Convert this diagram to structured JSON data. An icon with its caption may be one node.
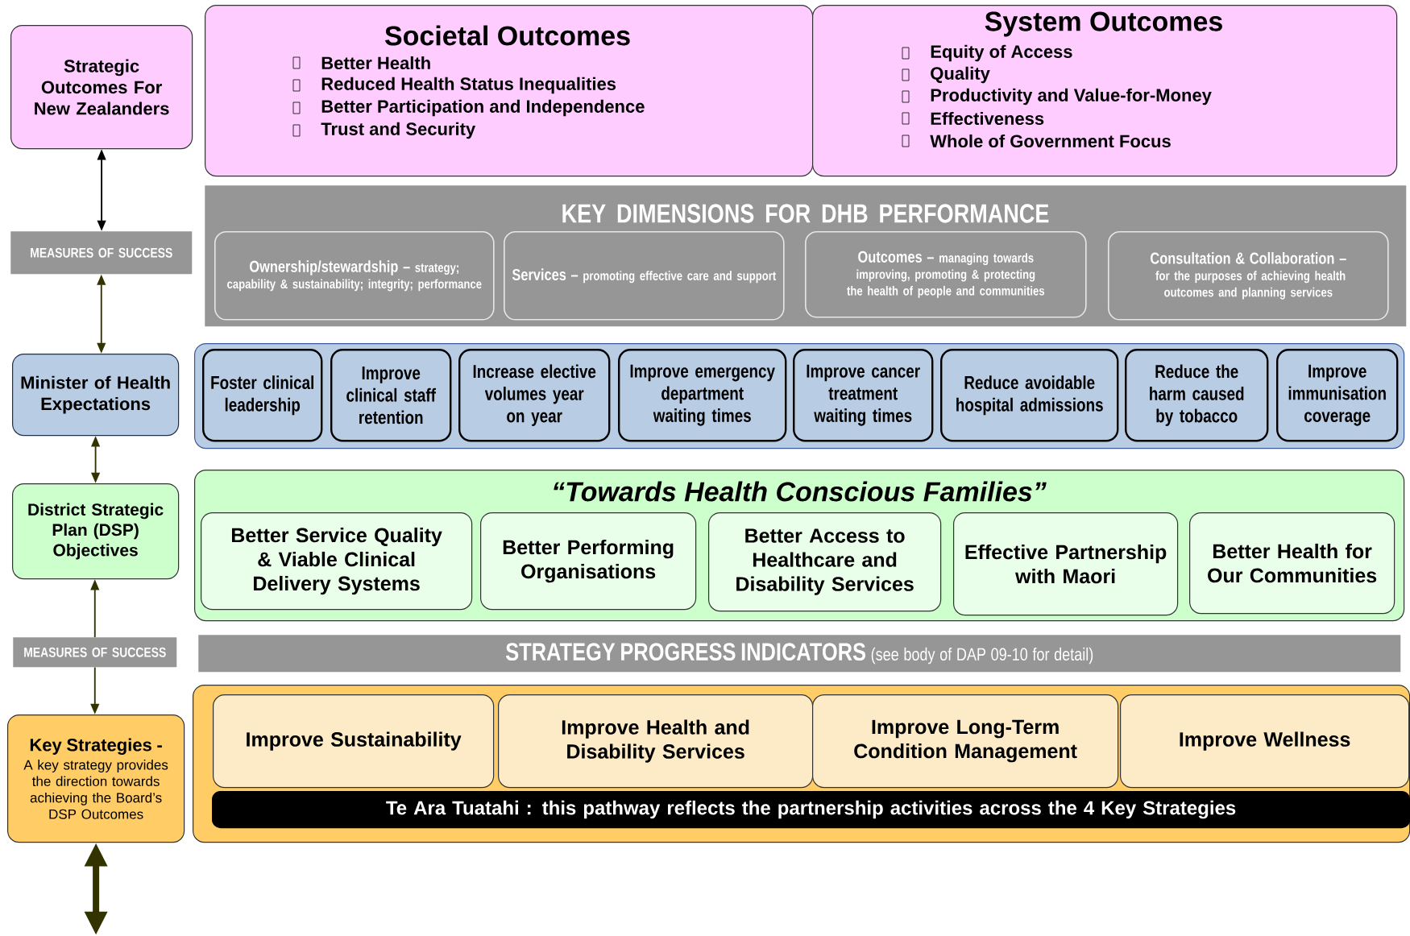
{
  "diagram": {
    "nodes": [
      {
        "text": [
          "Strategic Outcomes For New Zealanders"
        ]
      },
      {
        "text": [
          "Societal Outcomes",
          "Better Health",
          "Reduced Health Status Inequalities",
          "Better Participation and Independence",
          "Trust and Security"
        ]
      },
      {
        "text": [
          "System Outcomes",
          "Equity of Access",
          "Quality",
          "Productivity and Value-for-Money",
          "Effectiveness",
          "Whole of Government Focus"
        ]
      },
      {
        "text": [
          "MEASURES OF SUCCESS"
        ]
      },
      {
        "text": [
          "KEY DIMENSIONS FOR DHB PERFORMANCE"
        ]
      },
      {
        "text": [
          "Ownership/stewardship –",
          "strategy; capability & sustainability; integrity; performance"
        ],
        "in": 4
      },
      {
        "text": [
          "Services –",
          "promoting effective care and support"
        ],
        "in": 4
      },
      {
        "text": [
          "Outcomes –",
          "managing towards improving, promoting & protecting the health of people and communities"
        ],
        "in": 4
      },
      {
        "text": [
          "Consultation & Collaboration –",
          "for the purposes of achieving health outcomes and planning services"
        ],
        "in": 4
      },
      {
        "text": [
          "Minister of Health Expectations"
        ]
      },
      {
        "text": [],
        "shape": "box"
      },
      {
        "text": [
          "Foster clinical leadership"
        ],
        "in": 10
      },
      {
        "text": [
          "Improve clinical staff retention"
        ],
        "in": 10
      },
      {
        "text": [
          "Increase elective volumes year on year"
        ],
        "in": 10
      },
      {
        "text": [
          "Improve emergency department waiting times"
        ],
        "in": 10
      },
      {
        "text": [
          "Improve cancer treatment waiting times"
        ],
        "in": 10
      },
      {
        "text": [
          "Reduce avoidable hospital admissions"
        ],
        "in": 10
      },
      {
        "text": [
          "Reduce the harm caused by tobacco"
        ],
        "in": 10
      },
      {
        "text": [
          "Improve immunisation coverage"
        ],
        "in": 10
      },
      {
        "text": [
          "District Strategic Plan (DSP) Objectives"
        ]
      },
      {
        "text": [
          "“Towards Health Conscious Families”"
        ]
      },
      {
        "text": [
          "Better Service Quality & Viable Clinical Delivery Systems"
        ],
        "in": 20
      },
      {
        "text": [
          "Better Performing Organisations"
        ],
        "in": 20
      },
      {
        "text": [
          "Better Access to Healthcare and Disability Services"
        ],
        "in": 20
      },
      {
        "text": [
          "Effective Partnership with Maori"
        ],
        "in": 20
      },
      {
        "text": [
          "Better Health for Our Communities"
        ],
        "in": 20
      },
      {
        "text": [
          "MEASURES OF SUCCESS"
        ]
      },
      {
        "text": [
          "STRATEGY PROGRESS INDICATORS",
          "(see body of DAP 09-10 for detail)"
        ]
      },
      {
        "text": [
          "Key Strategies -",
          "A key strategy provides the direction towards achieving the Board’s DSP Outcomes"
        ]
      },
      {
        "text": [],
        "shape": "box"
      },
      {
        "text": [
          "Improve Sustainability"
        ],
        "in": 29
      },
      {
        "text": [
          "Improve Health and Disability Services"
        ],
        "in": 29
      },
      {
        "text": [
          "Improve Long-Term Condition Management"
        ],
        "in": 29
      },
      {
        "text": [
          "Improve Wellness"
        ],
        "in": 29
      },
      {
        "text": [
          "Te Ara Tuatahi : this pathway reflects the partnership activities across the 4 Key Strategies"
        ],
        "in": 29
      }
    ],
    "edges": [
      {
        "from": 0,
        "to": 3,
        "arrow": "both",
        "color": "#000000"
      },
      {
        "from": 3,
        "to": 9,
        "arrow": "both"
      },
      {
        "from": 9,
        "to": 19,
        "arrow": "both"
      },
      {
        "from": 26,
        "to": 19,
        "arrow": "to"
      },
      {
        "from": 26,
        "to": 28,
        "arrow": "to"
      },
      {
        "from": 28,
        "to": null,
        "arrow": "both",
        "style": "thick"
      }
    ]
  }
}
